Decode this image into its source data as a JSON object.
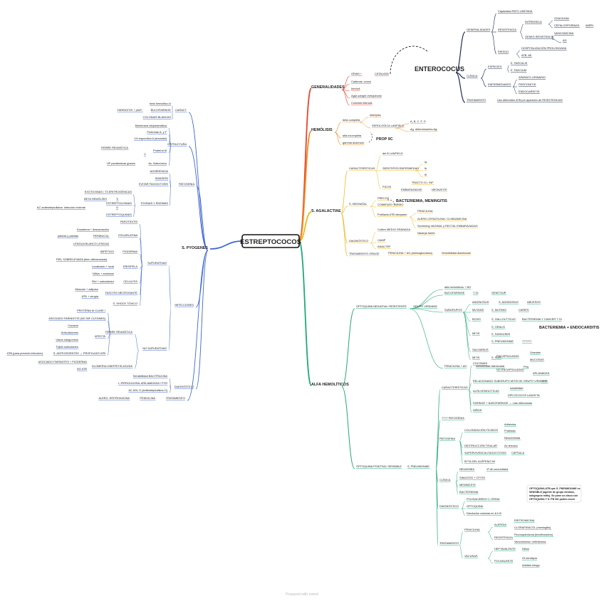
{
  "root": "ESTREPTOCOCOS",
  "enterococus": "ENTEROCOCUS",
  "footer": "Prepared with xmind",
  "colors": {
    "red": "#e8432f",
    "orange": "#f28a1c",
    "yellow": "#f2b41c",
    "navy": "#1e2c5a",
    "blue": "#3f66d1",
    "green": "#1fa878"
  },
  "nodes": {
    "gen": "GENERALIDADES",
    "gen_gram": "GRAM +",
    "gen_cat": "CATALASA",
    "gen_cadenas": "Cadenas: cocos",
    "gen_inm": "Inmóvil",
    "gen_aag": "Agar-sangre-enriquecido",
    "gen_col": "Colonias blancas",
    "hem": "HEMÓLISIS",
    "hem_beta": "beta completa",
    "hem_beta_ex": "estreptoc",
    "hem_sero": "SEROLÓGICA LANFIELD",
    "hem_sero_abc": "A, B, C, F, G",
    "hem_sero_ag": "Ag. determinantes Ag.",
    "hem_alfa": "alfa incompleta",
    "hem_prop": "PROP 9C",
    "hem_gamma": "gamma ausencia",
    "agal": "S. AGALACTIAE",
    "ag_car": "CARACTERÍSTICAS",
    "ag_b": "del B LANFIELD",
    "ag_ser": "SEROTIPOS ENFERMEDAD",
    "ag_ia": "Ia",
    "ag_ib": "Ib",
    "ag_iii": "III",
    "ag_pico": "PICOS",
    "ag_tracto": "TRACTO G.I. INF",
    "ag_emb": "EMBARAZADAS",
    "ag_neo": "NEONATOS",
    "ag_neon": "S. NEONATAL",
    "ag_precoz": "PRECOZ",
    "ag_bact": "BACTERIEMIA, MENINGITIS",
    "ag_tardio": "COMIENZO TARDÍO",
    "ag_prof": "Profilaxis ATB intraparto",
    "ag_pen": "PENICILINA",
    "ag_alerg": "ALERG.CEFAZOLINA / CLINDAMICINA",
    "ag_scr": "Screening VAGINAL y RECTAL EMBARAZADAS",
    "ag_diag": "DIAGNÓSTICO",
    "ag_cult": "Cultivo MEDIO GRANADA",
    "ag_rojo": "Naranja fuerte",
    "ag_camp": "CAMP",
    "ag_anal": "ANALITEF",
    "ag_trat": "TRATAMIENTO ORAGE",
    "ag_trat_v": "PENICILINA + AG (aminoglucósido)",
    "ag_trat_s": "Sensibilidad disminuida",
    "ent_gen": "GENERALIDADES",
    "ent_cap": "Capacidad PATO LIMITADA",
    "ent_res": "RESISTENCIA",
    "ent_int": "INTRÍNSECA",
    "ent_oxa": "OXACILINA",
    "ent_cef": "CEFALOSPORINAS",
    "ent_ampi": "AMPH",
    "ent_gen_r": "GENES RESISTENCIA",
    "ent_vanc": "VANCOMICINA",
    "ent_ag": "AG",
    "ent_hosp": "HOSPITALIZACIÓN PROLONGADA",
    "ent_riesgo": "RIESGO",
    "ent_atb": "ATB. AE",
    "ent_cli": "CLÍNICA",
    "ent_esp": "ESPECIES",
    "ent_faec": "E. FAECALIS",
    "ent_faeci": "E. FAECIUM",
    "ent_enf": "ENFERMEDADES",
    "ent_uri": "APARATO URINARIO",
    "ent_per": "PERITONITIS",
    "ent_endo": "ENDOCARDITIS",
    "ent_trat": "TRATAMIENTO",
    "ent_trat_v": "Uso diferentes ATB por aparición de RESISTENCIAS",
    "pyo": "S. PYOGENES",
    "py_car": "CARACT",
    "py_beta": "beta hemolítico A",
    "py_bucof": "BUCOFARINGE",
    "py_farin": "FARINGITIS + piel/+",
    "py_col": "COLONIAS BLANCAS",
    "py_estr": "ESTRUCTURA",
    "py_memb": "Membrana citoplasmática",
    "py_prot": "Proteínas A, y F",
    "py_cho": "CH específica A (ancelaid)",
    "py_fr": "FIEBRE REUMÁTICA",
    "py_protm": "Proteína M",
    "py_c": "C",
    "py_hf": "HF pandemicas graves",
    "py_ac": "Ac. hialurónico",
    "py_pat": "PATOGENIA",
    "py_adh": "ADHERENCIA",
    "py_inv": "INVASIÓN",
    "py_evit": "EVITAR FAGOCITOSIS",
    "py_tox": "TOXINAS Y ENZIMAS",
    "py_exo": "EXOTOXINAS / T3 ERITROGÉNICAS",
    "py_betah": "BETA HEMÓLISIS",
    "py_s": "S",
    "py_estrep": "ESTREPTOLISINAS",
    "py_o": "O",
    "py_aso": "AC antiestreptolisina: infección reciente",
    "py_estrepk": "ESTREPTOQUINAS",
    "py_inf": "INFECCIONES",
    "py_sup": "SUPURATIVAS",
    "py_parot": "PAROTIDITIS",
    "py_escarl": "ESCARLATINA",
    "py_exant": "Exantema + descamación",
    "py_perib": "PERIBUCAL",
    "py_palm": "palmas y plantas",
    "py_lengua": "LENGUA BLANCO LENGUA",
    "py_piod": "PIODERMA",
    "py_imp": "IMPÉTIGO",
    "py_eris": "ERISIPELA",
    "py_piel": "PIEL SOBRELEVADA (bien diferenciada)",
    "py_ninos": "Niños + ancianos",
    "py_local": "Localizado + local",
    "py_cel": "CELULITIS",
    "py_piel2": "Piel + subcutáneo",
    "py_fasc": "FASCITIS NECROSANTE",
    "py_musc": "Músculo + adiposo",
    "py_atb": "ATB + cirugía",
    "py_shock": "S. SHOCK TÓXICO",
    "py_nosup": "NO SUPURATIVAS",
    "py_fr2": "FIEBRE REUMÁTICA",
    "py_prot_m": "PROTEÍNA M CLASE I",
    "py_asoc": "ASOCIADO FARINGITIS (NO INF CUTÁNEA)",
    "py_afecta": "AFECTA",
    "py_cor": "Corazón",
    "py_art": "Articulaciones",
    "py_vasos": "Vasos sanguíneos",
    "py_tej": "Tejido subcutáneo",
    "py_antec": "S. ANTECEDENTES → PROFILAXIS ATB",
    "py_atbp": "ATB (para prevenir infección)",
    "py_glom": "GLOMERULONEFRITIS AGUDA",
    "py_asoc2": "ASOCIADO FARINGITIS + PIODERMA",
    "py_noatb": "NO ATB",
    "py_diag": "DIAGNÓSTICO",
    "py_sens": "Sensibilidad BACITRACINA",
    "py_lp": "L-PIRROLIDONIL ARILAMIDASA / PYR",
    "py_ac2": "AC ASL O (antiestreptolisina O)",
    "py_trat": "TRATAMIENTO",
    "py_pen": "PENICILINA",
    "py_alerg": "ALERG. ERITROMICINA",
    "alfa": "ALFA HEMOLÍTICOS",
    "al_neg": "OPTOQUINA NEGATIVA / RESISTENTE",
    "al_grupo": "GRUPO VIRIDANS",
    "al_alfa": "alfa hemolíticos + NO",
    "al_bucof": "BUCOFARINGE",
    "al_tgi": "T GI",
    "al_geni": "GENITOUR",
    "al_subg": "SUBGRUPOS",
    "al_ang": "ANGINOSUS",
    "al_ang_s": "S. ANGINOSUS",
    "al_abs": "ABCESOS",
    "al_mut": "MUTANS",
    "al_mut_s": "S. MUTANS",
    "al_car": "CARIES",
    "al_bov": "BOVIS",
    "al_galo": "S. GALLOLYTICUS",
    "al_bact": "BACTERIEMIA Y CANCER T GI",
    "al_mitis": "MITIS",
    "al_oralis": "S. ORALIS",
    "al_sang": "S. SANGUINIS",
    "al_pneu": "S. PNEUMONIAE",
    "al_q": "??????",
    "al_saliv": "SALIVARIUS",
    "al_mitis2": "MITIS",
    "al_suis": "S. SUIS",
    "al_bact2": "BACTERIEMIA + ENDOCARDITIS",
    "al_penic": "PENICILINA + AG",
    "al_penic_v": "sensibilidad disminuida",
    "al_pos": "OPTOQUINA POSITIVA / SENSIBLE",
    "al_neumo": "S. PNEUMONIAE",
    "al_car2": "CARACTERÍSTICAS",
    "al_colonias": "COLONIAS",
    "al_encap": "ENCAPSULADAS",
    "al_grandes": "Grandes",
    "al_mucosas": "MUCOSAS",
    "al_noenc": "NO ENCAPSULADAS",
    "al_peq": "Peq",
    "al_aplan": "APLANADAS",
    "al_rel": "RELACIONADO SUBGRUPO MITIS DE GRUPO VIRIDANS",
    "al_rel_q": "????",
    "al_alfah": "ALFA HEMOLÍTICAS",
    "al_bilis": "solubilidad",
    "al_dipl": "DIPLOCOCOS LANCETA",
    "al_far": "FARINGE + NASOFARINGE → vías infecciosas",
    "al_ninos": "NIÑOS",
    "al_pato_q": "???? PATOGENIA",
    "al_pato": "PATOGENIA",
    "al_coloniz": "COLONIZACIÓN TEJIDOS",
    "al_adh": "Adhesina",
    "al_prot": "Proteasa",
    "al_neur": "Neuraminida",
    "al_destr": "DESTRUCCIÓN TISULAR",
    "al_ac": "Ac teicoico",
    "al_superv": "SUPERVIVENCIA FAGOCITOSIS",
    "al_caps": "CÁPSULA",
    "al_byta": "BYTA DEL ALÉPENO MI",
    "al_clin": "CLÍNICA",
    "al_neum": "NEUMONÍA",
    "al_neum_v": "1ª de comunitaria",
    "al_sinus": "SINUSITIS + OTITIS",
    "al_mening": "MENINGITIS",
    "al_bacte": "BACTERIEMIA",
    "al_diag": "DIAGNÓSTICO",
    "al_pol": "POLISACÁRIDO C ORINA",
    "al_opto": "OPTOQUINA",
    "al_dis": "Disolución colonias en 8 h B",
    "al_trat": "TRATAMIENTO",
    "al_pen": "PENICILINA",
    "al_alerg": "ALERGIA",
    "al_eritro": "ERITROMICINA",
    "al_clind": "CLORAFENICOL (meningitis)",
    "al_resist": "RESISTENCIA",
    "al_fluor": "Fluoroquinolona (levofloxacino)",
    "al_vanco": "Vancomicina / ceftriaxona",
    "al_vac": "VACUNAS",
    "al_hepta": "HEPTAVALENTE",
    "al_ninos2": "Niños",
    "al_poli": "POLIVALENTE",
    "al_23": "23 serotipos",
    "al_adultos": "Adultos riesgo",
    "al_note": "OPTOQUINA ATB que S. PNEUMONIAE es SENSIBLE (agente de grupo viridans, subgrupos mitis). Se pone un disco con OPTOQUINA Y S. PN NO podrá crecer"
  }
}
